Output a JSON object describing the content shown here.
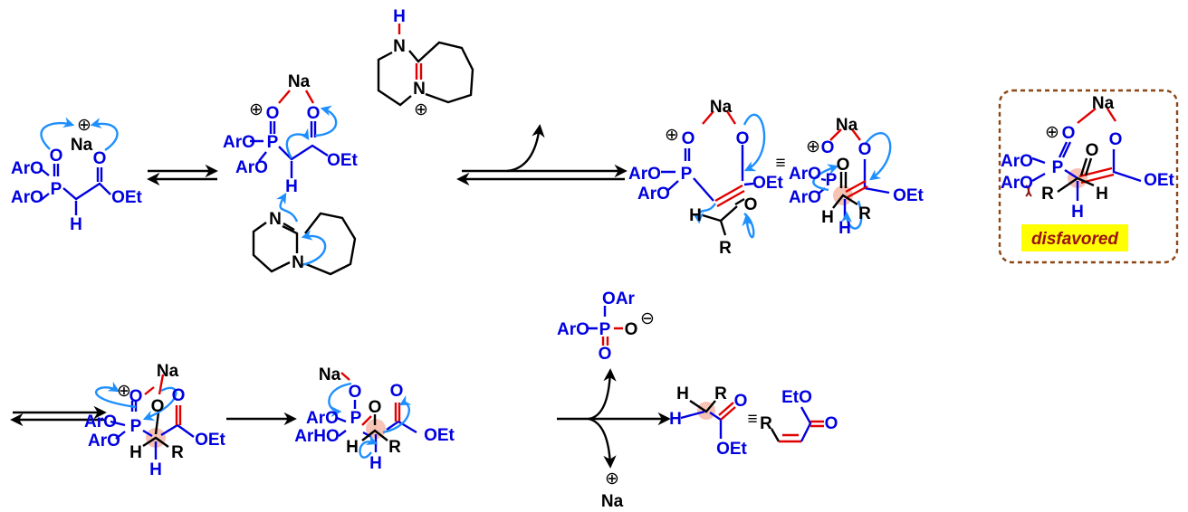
{
  "labels": {
    "aro": "ArO",
    "arho": "ArHO",
    "oar": "OAr",
    "oet": "OEt",
    "eto": "EtO",
    "o": "O",
    "p": "P",
    "h": "H",
    "na": "Na",
    "n": "N",
    "r": "R",
    "plus": "⊕",
    "minus": "⊖",
    "equiv": "≡"
  },
  "note": {
    "disfavored": "disfavored"
  },
  "colors": {
    "atom_blue": "#0000e0",
    "bond_red": "#e00000",
    "curly_arrow": "#1e8fff",
    "highlight": "#f4b8a8",
    "note_box": "#ffff00",
    "dashed_frame": "#8b4513"
  }
}
